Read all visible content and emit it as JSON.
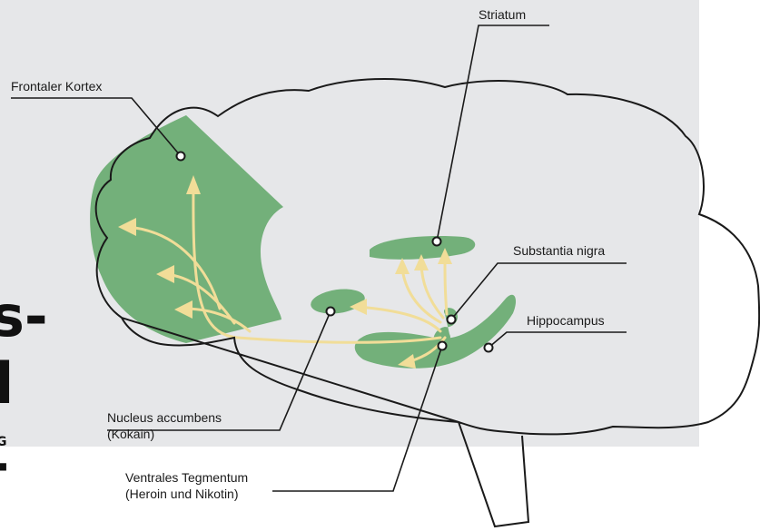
{
  "labels": {
    "striatum": "Striatum",
    "frontaler_kortex": "Frontaler Kortex",
    "substantia_nigra": "Substantia nigra",
    "hippocampus": "Hippocampus",
    "nucleus_accumbens_line1": "Nucleus accumbens",
    "nucleus_accumbens_line2": "(Kokain)",
    "ventrales_tegmentum_line1": "Ventrales Tegmentum",
    "ventrales_tegmentum_line2": "(Heroin und Nikotin)"
  },
  "partial_text": {
    "line1": "s-",
    "line2": "l",
    "line3": "G",
    "line4": "-"
  },
  "colors": {
    "panel": "#e6e7e9",
    "region_green": "#73b07a",
    "pathway_yellow": "#f1dd98",
    "outline": "#1a1a1a",
    "text": "#1a1a1a"
  }
}
